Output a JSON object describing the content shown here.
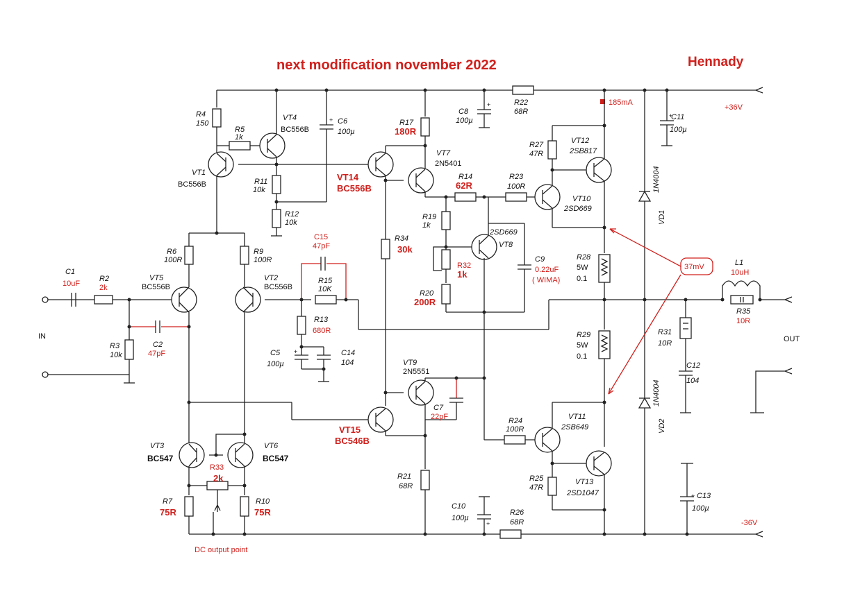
{
  "header": {
    "title": "next modification november 2022",
    "author": "Hennady"
  },
  "rails": {
    "pos": "+36V",
    "neg": "-36V",
    "current": "185mA",
    "probe": "37mV"
  },
  "io": {
    "in": "IN",
    "out": "OUT",
    "dc_point": "DC output point"
  },
  "parts": {
    "R4": {
      "ref": "R4",
      "val": "150"
    },
    "R5": {
      "ref": "R5",
      "val": "1k"
    },
    "VT4": {
      "ref": "VT4",
      "val": "BC556B"
    },
    "C6": {
      "ref": "C6",
      "val": "100µ"
    },
    "VT1": {
      "ref": "VT1",
      "val": "BC556B"
    },
    "R11": {
      "ref": "R11",
      "val": "10k"
    },
    "R12": {
      "ref": "R12",
      "val": "10k"
    },
    "R17": {
      "ref": "R17",
      "val": "180R"
    },
    "VT7": {
      "ref": "VT7",
      "val": "2N5401"
    },
    "VT14": {
      "ref": "VT14",
      "val": "BC556B"
    },
    "C8": {
      "ref": "C8",
      "val": "100µ"
    },
    "R22": {
      "ref": "R22",
      "val": "68R"
    },
    "C11": {
      "ref": "C11",
      "val": "100µ"
    },
    "R27": {
      "ref": "R27",
      "val": "47R"
    },
    "VT12": {
      "ref": "VT12",
      "val": "2SB817"
    },
    "R14": {
      "ref": "R14",
      "val": "62R"
    },
    "R23": {
      "ref": "R23",
      "val": "100R"
    },
    "VT10": {
      "ref": "VT10",
      "val": "2SD669"
    },
    "VD1": {
      "ref": "VD1",
      "val": "1N4004"
    },
    "R6": {
      "ref": "R6",
      "val": "100R"
    },
    "R9": {
      "ref": "R9",
      "val": "100R"
    },
    "C15": {
      "ref": "C15",
      "val": "47pF"
    },
    "R34": {
      "ref": "R34",
      "val": "30k"
    },
    "R19": {
      "ref": "R19",
      "val": "1k"
    },
    "VT8": {
      "ref": "VT8",
      "val": "2SD669"
    },
    "C9": {
      "ref": "C9",
      "val": "0.22uF",
      "note": "( WIMA)"
    },
    "R28": {
      "ref": "R28",
      "val": "5W",
      "val2": "0.1"
    },
    "C1": {
      "ref": "C1",
      "val": "10uF"
    },
    "R2": {
      "ref": "R2",
      "val": "2k"
    },
    "VT5": {
      "ref": "VT5",
      "val": "BC556B"
    },
    "VT2": {
      "ref": "VT2",
      "val": "BC556B"
    },
    "R15": {
      "ref": "R15",
      "val": "10K"
    },
    "R32": {
      "ref": "R32",
      "val": "1k"
    },
    "R20": {
      "ref": "R20",
      "val": "200R"
    },
    "L1": {
      "ref": "L1",
      "val": "10uH"
    },
    "R35": {
      "ref": "R35",
      "val": "10R"
    },
    "R3": {
      "ref": "R3",
      "val": "10k"
    },
    "C2": {
      "ref": "C2",
      "val": "47pF"
    },
    "R13": {
      "ref": "R13",
      "val": "680R"
    },
    "C5": {
      "ref": "C5",
      "val": "100µ"
    },
    "C14": {
      "ref": "C14",
      "val": "104"
    },
    "R29": {
      "ref": "R29",
      "val": "5W",
      "val2": "0.1"
    },
    "R31": {
      "ref": "R31",
      "val": "10R"
    },
    "C12": {
      "ref": "C12",
      "val": "104"
    },
    "VT9": {
      "ref": "VT9",
      "val": "2N5551"
    },
    "C7": {
      "ref": "C7",
      "val": "22pF"
    },
    "VT15": {
      "ref": "VT15",
      "val": "BC546B"
    },
    "R24": {
      "ref": "R24",
      "val": "100R"
    },
    "VT11": {
      "ref": "VT11",
      "val": "2SB649"
    },
    "VD2": {
      "ref": "VD2",
      "val": "1N4004"
    },
    "VT3": {
      "ref": "VT3",
      "val": "BC547"
    },
    "VT6": {
      "ref": "VT6",
      "val": "BC547"
    },
    "R33": {
      "ref": "R33",
      "val": "2k"
    },
    "R21": {
      "ref": "R21",
      "val": "68R"
    },
    "R25": {
      "ref": "R25",
      "val": "47R"
    },
    "VT13": {
      "ref": "VT13",
      "val": "2SD1047"
    },
    "C10": {
      "ref": "C10",
      "val": "100µ"
    },
    "R26": {
      "ref": "R26",
      "val": "68R"
    },
    "C13": {
      "ref": "C13",
      "val": "100µ"
    },
    "R7": {
      "ref": "R7",
      "val": "75R"
    },
    "R10": {
      "ref": "R10",
      "val": "75R"
    }
  },
  "colors": {
    "ink": "#222222",
    "accent": "#d0201c",
    "background": "#ffffff"
  }
}
